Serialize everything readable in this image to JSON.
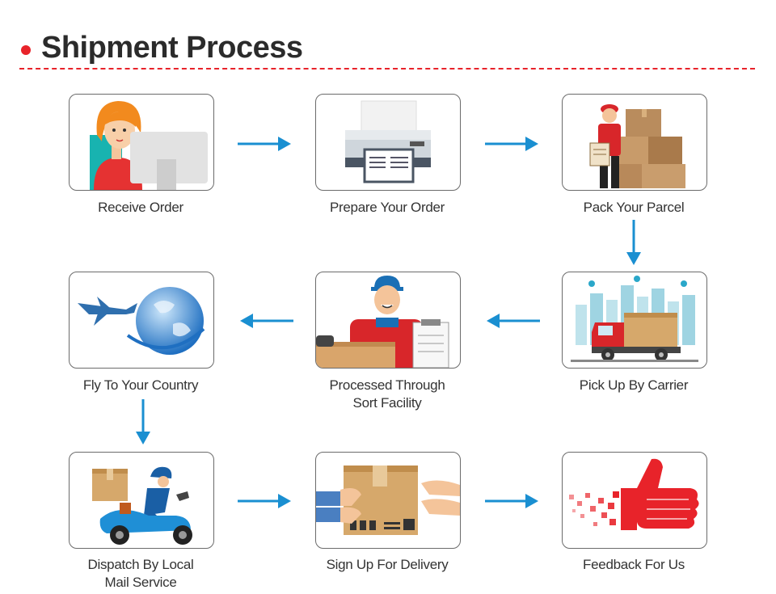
{
  "header": {
    "title": "Shipment Process"
  },
  "steps": [
    {
      "label": "Receive Order",
      "icon": "woman-at-computer-icon"
    },
    {
      "label": "Prepare Your Order",
      "icon": "printer-icon"
    },
    {
      "label": "Pack Your Parcel",
      "icon": "courier-with-boxes-icon"
    },
    {
      "label": "Pick Up By Carrier",
      "icon": "delivery-truck-city-icon"
    },
    {
      "label_line1": "Processed Through",
      "label_line2": "Sort Facility",
      "icon": "worker-with-clipboard-icon"
    },
    {
      "label": "Fly To Your Country",
      "icon": "airplane-globe-icon"
    },
    {
      "label_line1": "Dispatch By Local",
      "label_line2": "Mail Service",
      "icon": "scooter-courier-icon"
    },
    {
      "label": "Sign Up For Delivery",
      "icon": "hands-receiving-box-icon"
    },
    {
      "label": "Feedback For Us",
      "icon": "thumbs-up-icon"
    }
  ],
  "colors": {
    "accent": "#e8232a",
    "arrow": "#1a8fd1",
    "text": "#333333"
  }
}
